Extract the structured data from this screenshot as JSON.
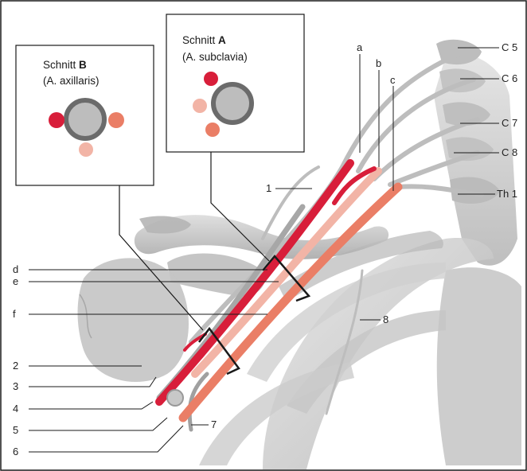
{
  "colors": {
    "artery": "#d81e3a",
    "vein": "#ea7e66",
    "nerve_light": "#f2b4a6",
    "bone": "#c9c9c9",
    "bone_dark": "#9a9a9a",
    "nerve_gray": "#b8b8b8",
    "frame": "#1a1a1a"
  },
  "section_b": {
    "prefix": "Schnitt ",
    "letter": "B",
    "subtitle": "(A. axillaris)"
  },
  "section_a": {
    "prefix": "Schnitt ",
    "letter": "A",
    "subtitle": "(A. subclavia)"
  },
  "labels_top": [
    "a",
    "b",
    "c"
  ],
  "labels_spine": [
    "C 5",
    "C 6",
    "C 7",
    "C 8",
    "Th 1"
  ],
  "labels_left": [
    "d",
    "e",
    "f"
  ],
  "labels_numbers": [
    "1",
    "2",
    "3",
    "4",
    "5",
    "6",
    "7",
    "8"
  ]
}
